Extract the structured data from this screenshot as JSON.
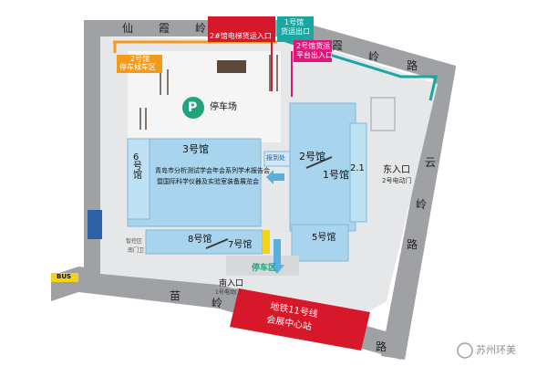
{
  "roads": {
    "xianxialing_top": [
      "仙",
      "霞",
      "岭"
    ],
    "xiaxia_right": [
      "霞",
      "岭",
      "路"
    ],
    "yunling_right": [
      "云",
      "岭",
      "路"
    ],
    "miaoling_bottom": [
      "苗",
      "岭",
      "路"
    ]
  },
  "entrances": {
    "hall2_elevator": "2#馆电梯货运入口",
    "hall1_cargo_exit_line1": "1号馆",
    "hall1_cargo_exit_line2": "货运出口",
    "hall2_platform_line1": "2号馆货运",
    "hall2_platform_line2": "平台出入口",
    "hall2_waiting_line1": "2号馆",
    "hall2_waiting_line2": "停车候车区",
    "east_entrance": "东入口",
    "east_entrance_sub": "2号电动门",
    "south_entrance": "南入口",
    "south_entrance_sub": "1号电动门"
  },
  "halls": {
    "hall1": "1号馆",
    "hall2": "2号馆",
    "hall3": "3号馆",
    "hall5": "5号馆",
    "hall6": "6号馆",
    "hall7": "7号馆",
    "hall8": "8号馆",
    "hall2_1": "2.1",
    "banner_line1": "青岛市分析测试学会年会系列学术报告会",
    "banner_line2": "暨国际科学仪器及实验室装备展览会",
    "registration": "报到处"
  },
  "parking": {
    "symbol": "P",
    "main": "停车场",
    "south": "停车区"
  },
  "misc": {
    "bus": "BUS",
    "metro_line1": "地铁11号线",
    "metro_line2": "会展中心站",
    "watermark": "苏州环美",
    "small_labels": [
      "智控区",
      "南门卫"
    ]
  },
  "colors": {
    "road": "#9fa1a4",
    "hall_blue": "#a9d4ee",
    "red_label": "#d7182a",
    "teal": "#1aa7a1",
    "orange": "#f29a1a",
    "magenta": "#e2157a",
    "parking_green": "#21a37e"
  }
}
